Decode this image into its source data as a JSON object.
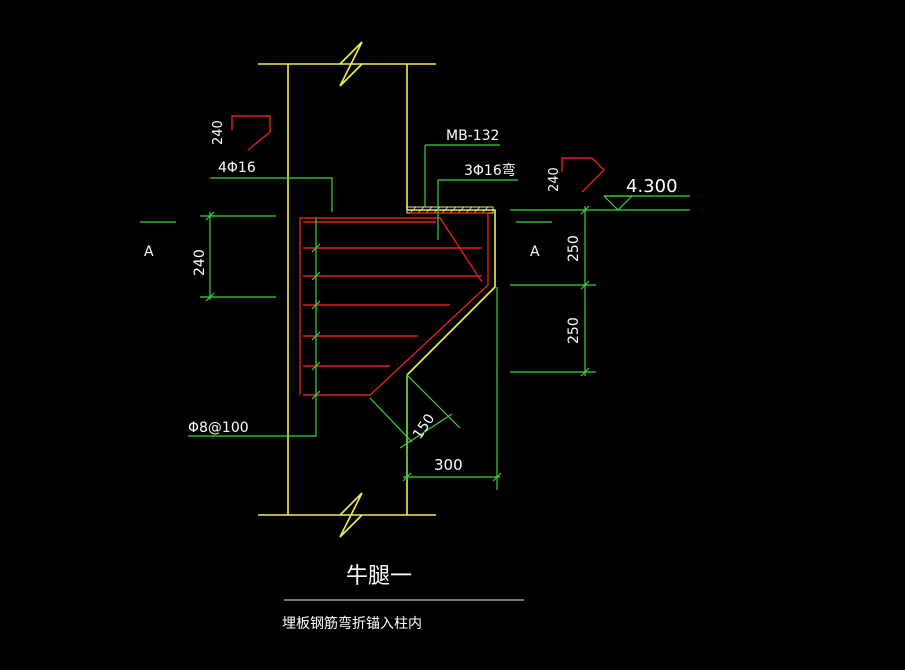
{
  "colors": {
    "background": "#000000",
    "column": "#f0f050",
    "leader": "#3cd23c",
    "rebar": "#e02020",
    "text": "#ffffff",
    "hatch": "#e8e8a0"
  },
  "labels": {
    "top_hook_dim": "240",
    "top_rebar": "4Φ16",
    "embed_plate": "MB-132",
    "bent_rebar": "3Φ16弯",
    "right_hook_dim": "240",
    "elevation": "4.300",
    "section_left": "A",
    "section_right": "A",
    "corbel_height": "240",
    "dim_upper": "250",
    "dim_lower": "250",
    "stirrup": "Φ8@100",
    "chamfer": "150",
    "corbel_width": "300",
    "title": "牛腿一",
    "note": "埋板钢筋弯折锚入柱内"
  }
}
